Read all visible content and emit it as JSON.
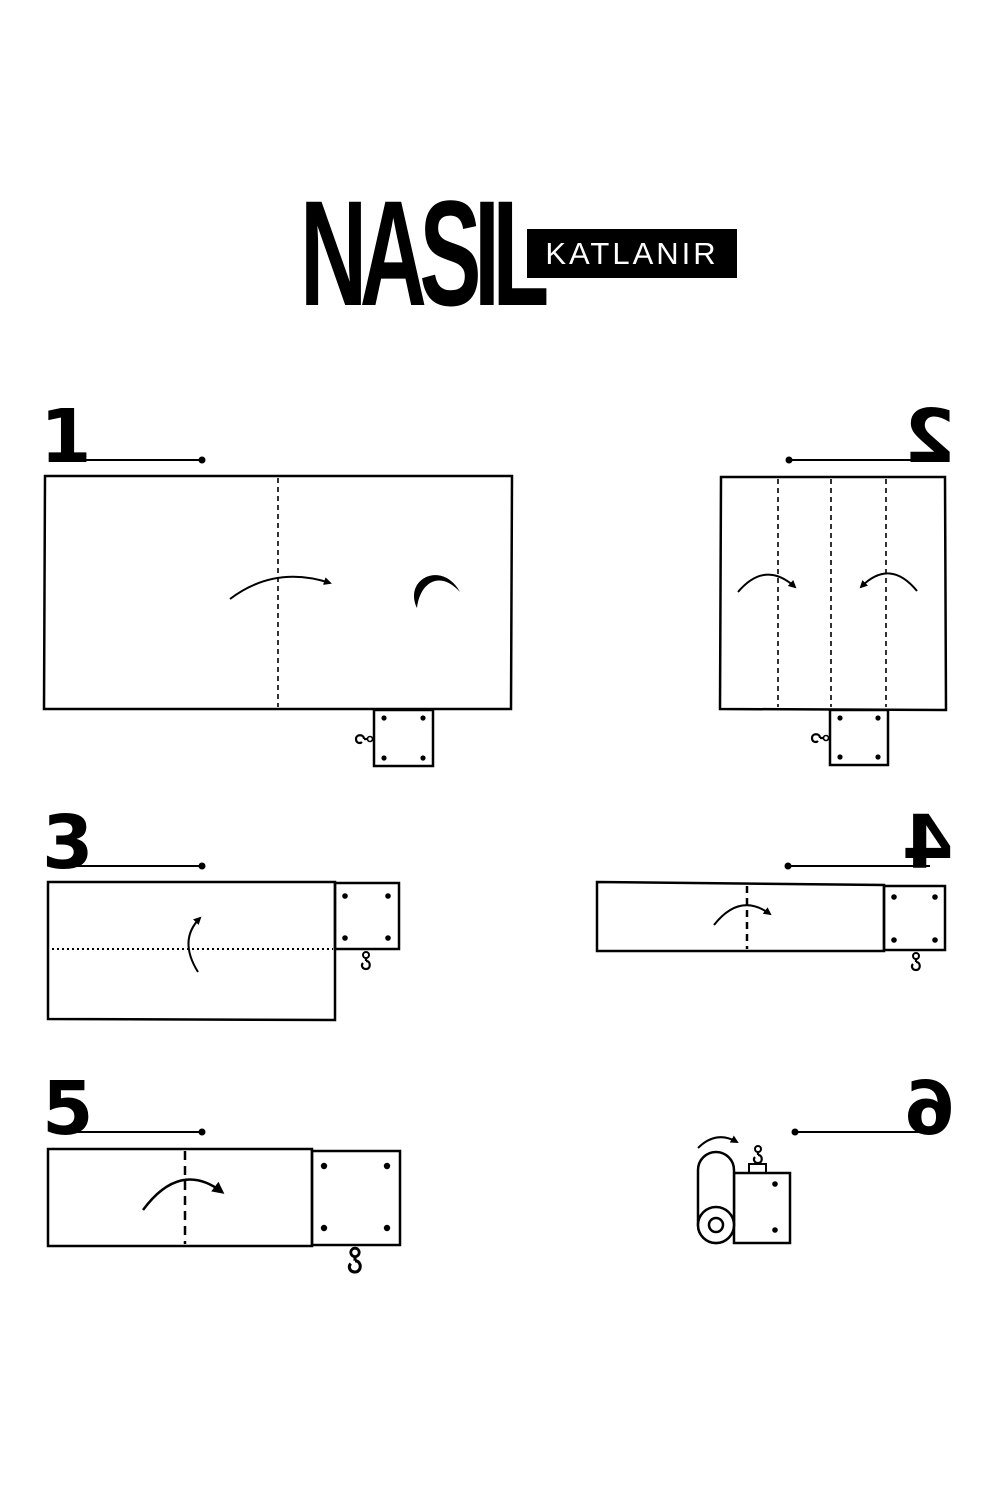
{
  "title": {
    "main": "NASIL",
    "sub": "KATLANIR"
  },
  "steps": [
    {
      "number": "1"
    },
    {
      "number": "2"
    },
    {
      "number": "3"
    },
    {
      "number": "4"
    },
    {
      "number": "5"
    },
    {
      "number": "6"
    }
  ],
  "colors": {
    "ink": "#000000",
    "background": "#ffffff",
    "badge_text": "#ffffff"
  },
  "icons": [
    "curved-arrow-icon",
    "fold-line-icon",
    "hook-icon",
    "rolled-mat-icon"
  ]
}
